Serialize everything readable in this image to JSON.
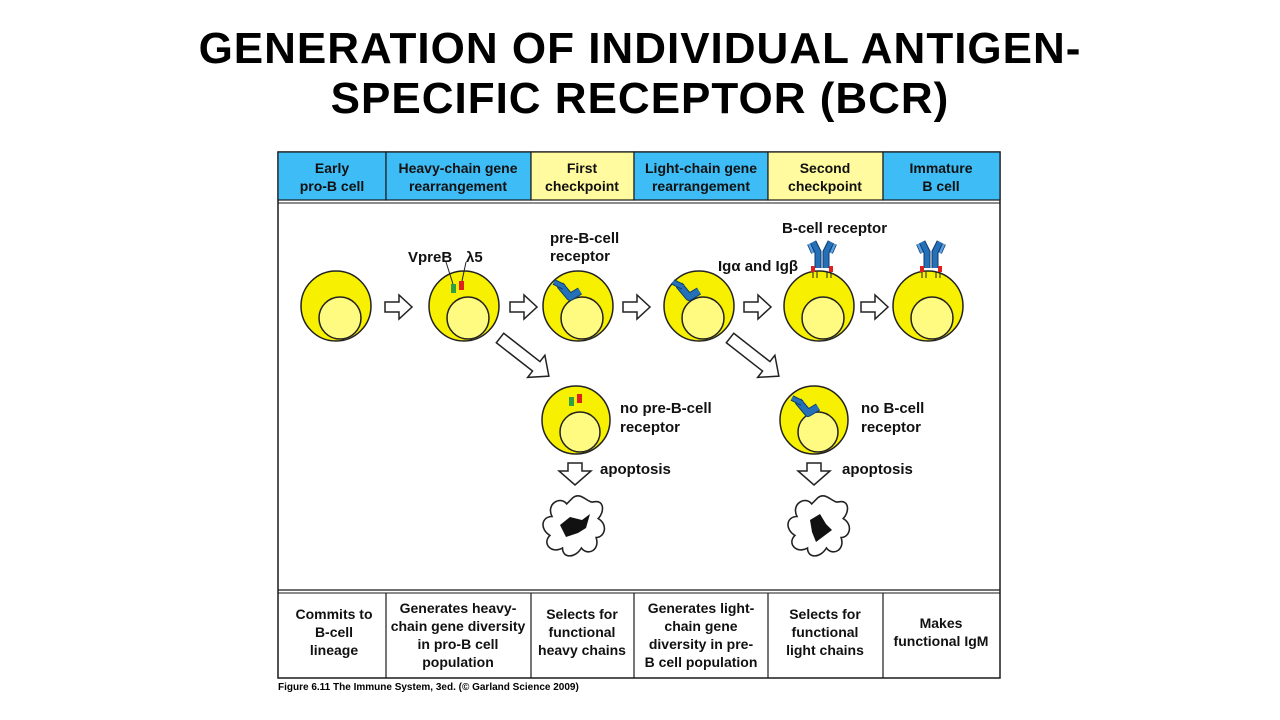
{
  "slide": {
    "title_line1": "GENERATION OF INDIVIDUAL ANTIGEN-",
    "title_line2": "SPECIFIC RECEPTOR (BCR)"
  },
  "colors": {
    "stage_blue": "#3dbcf5",
    "checkpoint_yellow": "#fffb9e",
    "cell_yellow": "#f7f000",
    "nucleus_yellow": "#fffa80",
    "receptor_blue": "#2670b8",
    "vpreb_green": "#2ea043",
    "lambda5_red": "#e0201b",
    "frame_border": "#1a1a1a"
  },
  "header": [
    {
      "line1": "Early",
      "line2": "pro-B cell",
      "kind": "stage"
    },
    {
      "line1": "Heavy-chain gene",
      "line2": "rearrangement",
      "kind": "stage"
    },
    {
      "line1": "First",
      "line2": "checkpoint",
      "kind": "checkpoint"
    },
    {
      "line1": "Light-chain gene",
      "line2": "rearrangement",
      "kind": "stage"
    },
    {
      "line1": "Second",
      "line2": "checkpoint",
      "kind": "checkpoint"
    },
    {
      "line1": "Immature",
      "line2": "B cell",
      "kind": "stage"
    }
  ],
  "labels": {
    "vpreb": "VpreB",
    "lambda5": "λ5",
    "pre_b_receptor_1": "pre-B-cell",
    "pre_b_receptor_2": "receptor",
    "b_cell_receptor": "B-cell receptor",
    "ig_alpha_beta": "Igα and Igβ",
    "no_pre_b_1": "no pre-B-cell",
    "no_pre_b_2": "receptor",
    "no_b_cell_1": "no B-cell",
    "no_b_cell_2": "receptor",
    "apoptosis_1": "apoptosis",
    "apoptosis_2": "apoptosis"
  },
  "footer": [
    [
      "Commits to",
      "B-cell",
      "lineage"
    ],
    [
      "Generates heavy-",
      "chain gene diversity",
      "in pro-B cell",
      "population"
    ],
    [
      "Selects for",
      "functional",
      "heavy chains"
    ],
    [
      "Generates light-",
      "chain gene",
      "diversity in pre-",
      "B cell population"
    ],
    [
      "Selects for",
      "functional",
      "light chains"
    ],
    [
      "Makes",
      "functional IgM"
    ]
  ],
  "caption": "Figure 6.11  The Immune System, 3ed. (© Garland Science 2009)"
}
